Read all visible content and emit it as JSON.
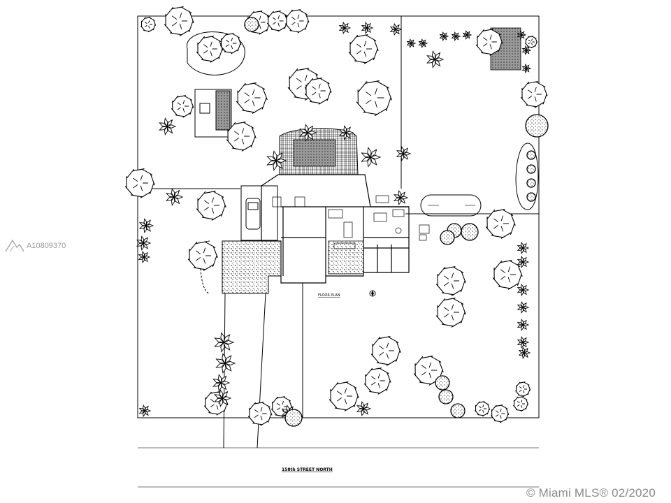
{
  "watermark": {
    "listing_id": "A10809370",
    "footer": "© Miami MLS® 02/2020"
  },
  "plan": {
    "street_label": "158th STREET NORTH",
    "floor_plan_label": "FLOOR PLAN"
  },
  "icons": [
    "property-logo-icon",
    "north-arrow-icon"
  ],
  "colors": {
    "line": "#000000",
    "background": "#ffffff",
    "watermark": "#8a8a8a"
  }
}
